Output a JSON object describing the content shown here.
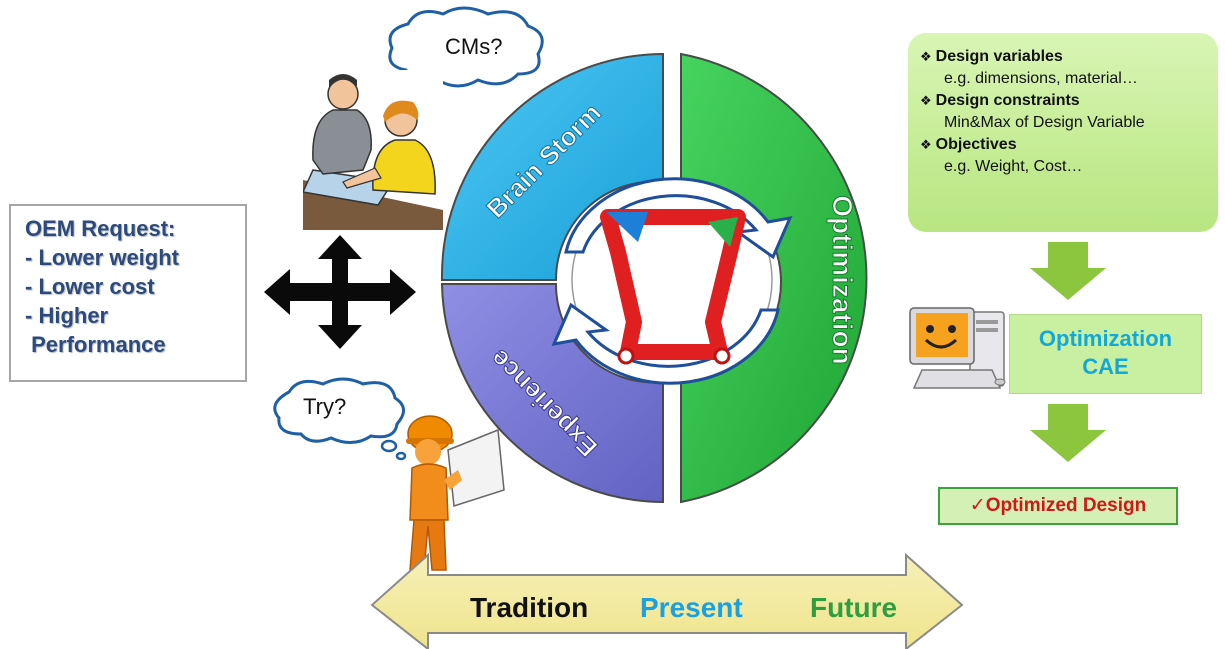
{
  "oem_request": {
    "title": "OEM Request:",
    "items": [
      "- Lower weight",
      "- Lower cost",
      "- Higher",
      " Performance"
    ]
  },
  "bubbles": {
    "top": "CMs?",
    "bottom": "Try?"
  },
  "cycle": {
    "segments": [
      "Brain Storm",
      "Optimization",
      "Experience"
    ]
  },
  "design_box": {
    "items": [
      {
        "heading": "Design variables",
        "detail": "e.g. dimensions, material…"
      },
      {
        "heading": "Design constraints",
        "detail": "Min&Max of Design Variable"
      },
      {
        "heading": "Objectives",
        "detail": "e.g. Weight, Cost…"
      }
    ],
    "bullet": "❖"
  },
  "cae_box": {
    "line1": "Optimization",
    "line2": "CAE"
  },
  "optimized_design": {
    "check": "✓",
    "label": "Optimized Design"
  },
  "timeline": {
    "labels": [
      "Tradition",
      "Present",
      "Future"
    ],
    "colors": [
      "#111111",
      "#1ba1e2",
      "#2e9e3e"
    ]
  },
  "colors": {
    "brainstorm": "#29b6ee",
    "optimization": "#2fc24a",
    "experience": "#7b7bd6",
    "arrow_green": "#8cc63f"
  }
}
